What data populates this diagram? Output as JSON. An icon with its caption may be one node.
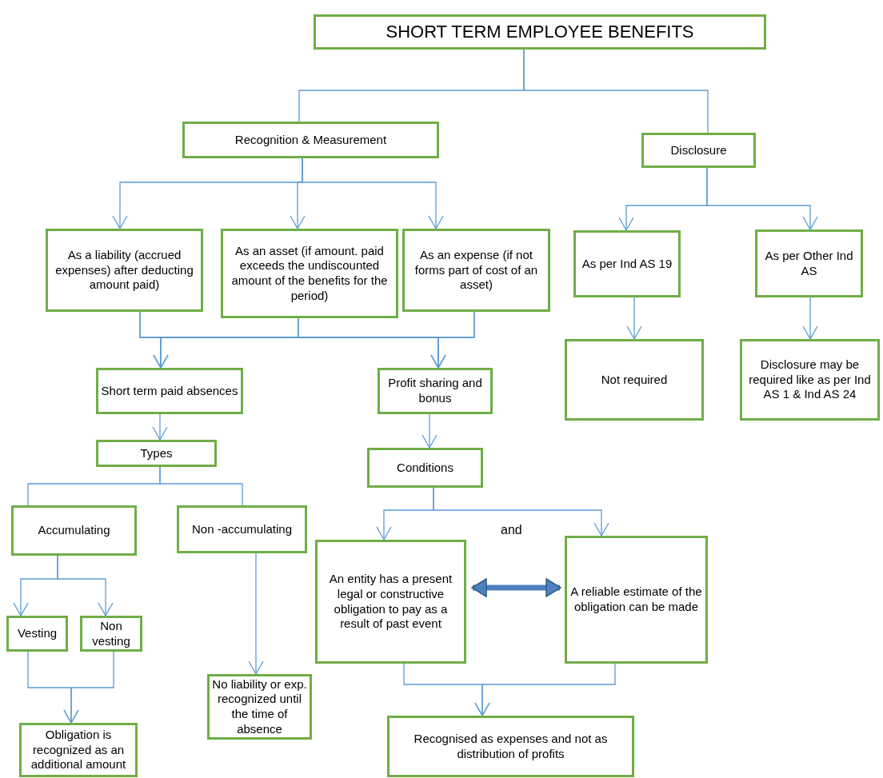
{
  "diagram": {
    "nodes": [
      {
        "text": [
          "SHORT TERM EMPLOYEE BENEFITS"
        ]
      },
      {
        "text": [
          "Recognition & Measurement"
        ]
      },
      {
        "text": [
          "Disclosure"
        ]
      },
      {
        "text": [
          "As a liability (accrued expenses) after deducting amount paid)"
        ]
      },
      {
        "text": [
          "As an asset (if amount. paid exceeds the undiscounted amount of the benefits for the period)"
        ]
      },
      {
        "text": [
          "As an expense (if not forms part of cost of an asset)"
        ]
      },
      {
        "text": [
          "As per Ind AS 19"
        ]
      },
      {
        "text": [
          "As per Other Ind AS"
        ]
      },
      {
        "text": [
          "Not required"
        ]
      },
      {
        "text": [
          "Disclosure may be required like as per Ind AS 1 & Ind AS 24"
        ]
      },
      {
        "text": [
          "Short term paid absences"
        ]
      },
      {
        "text": [
          "Profit sharing and bonus"
        ]
      },
      {
        "text": [
          "Types"
        ]
      },
      {
        "text": [
          "Conditions"
        ]
      },
      {
        "text": [
          "Accumulating"
        ]
      },
      {
        "text": [
          "Non -accumulating"
        ]
      },
      {
        "text": [
          "An entity has a present legal or constructive obligation to pay as a result of past event"
        ]
      },
      {
        "text": [
          "A reliable estimate of the obligation can be made"
        ]
      },
      {
        "text": [
          "Vesting"
        ]
      },
      {
        "text": [
          "Non vesting"
        ]
      },
      {
        "text": [
          "No liability or exp. recognized until the time of absence"
        ]
      },
      {
        "text": [
          "Obligation is recognized as an additional amount"
        ]
      },
      {
        "text": [
          "Recognised as expenses and not as distribution of profits"
        ]
      }
    ],
    "edges": [
      {
        "from": 0,
        "to": 1,
        "arrow": "none"
      },
      {
        "from": 0,
        "to": 2,
        "arrow": "none"
      },
      {
        "from": 1,
        "to": 3,
        "arrow": "to"
      },
      {
        "from": 1,
        "to": 4,
        "arrow": "to"
      },
      {
        "from": 1,
        "to": 5,
        "arrow": "to"
      },
      {
        "from": 2,
        "to": 6,
        "arrow": "to"
      },
      {
        "from": 2,
        "to": 7,
        "arrow": "to"
      },
      {
        "from": 6,
        "to": 8,
        "arrow": "to"
      },
      {
        "from": 7,
        "to": 9,
        "arrow": "to"
      },
      {
        "from": 3,
        "to": 10,
        "arrow": "to"
      },
      {
        "from": 3,
        "to": 11,
        "arrow": "to"
      },
      {
        "from": 4,
        "to": 10,
        "arrow": "to"
      },
      {
        "from": 4,
        "to": 11,
        "arrow": "to"
      },
      {
        "from": 5,
        "to": 10,
        "arrow": "to"
      },
      {
        "from": 5,
        "to": 11,
        "arrow": "to"
      },
      {
        "from": 10,
        "to": 12,
        "arrow": "to"
      },
      {
        "from": 11,
        "to": 13,
        "arrow": "to"
      },
      {
        "from": 12,
        "to": 14,
        "arrow": "none"
      },
      {
        "from": 12,
        "to": 15,
        "arrow": "none"
      },
      {
        "from": 13,
        "to": 16,
        "arrow": "to"
      },
      {
        "from": 13,
        "to": 17,
        "arrow": "to"
      },
      {
        "from": 14,
        "to": 18,
        "arrow": "to"
      },
      {
        "from": 14,
        "to": 19,
        "arrow": "to"
      },
      {
        "from": 15,
        "to": 20,
        "arrow": "to"
      },
      {
        "from": 18,
        "to": 21,
        "arrow": "to"
      },
      {
        "from": 19,
        "to": 21,
        "arrow": "to"
      },
      {
        "from": 16,
        "to": 22,
        "arrow": "to"
      },
      {
        "from": 17,
        "to": 22,
        "arrow": "to"
      },
      {
        "from": 16,
        "to": 17,
        "arrow": "both",
        "style": "thick",
        "color": "#4f81bd"
      }
    ],
    "labels": [
      "and"
    ]
  }
}
